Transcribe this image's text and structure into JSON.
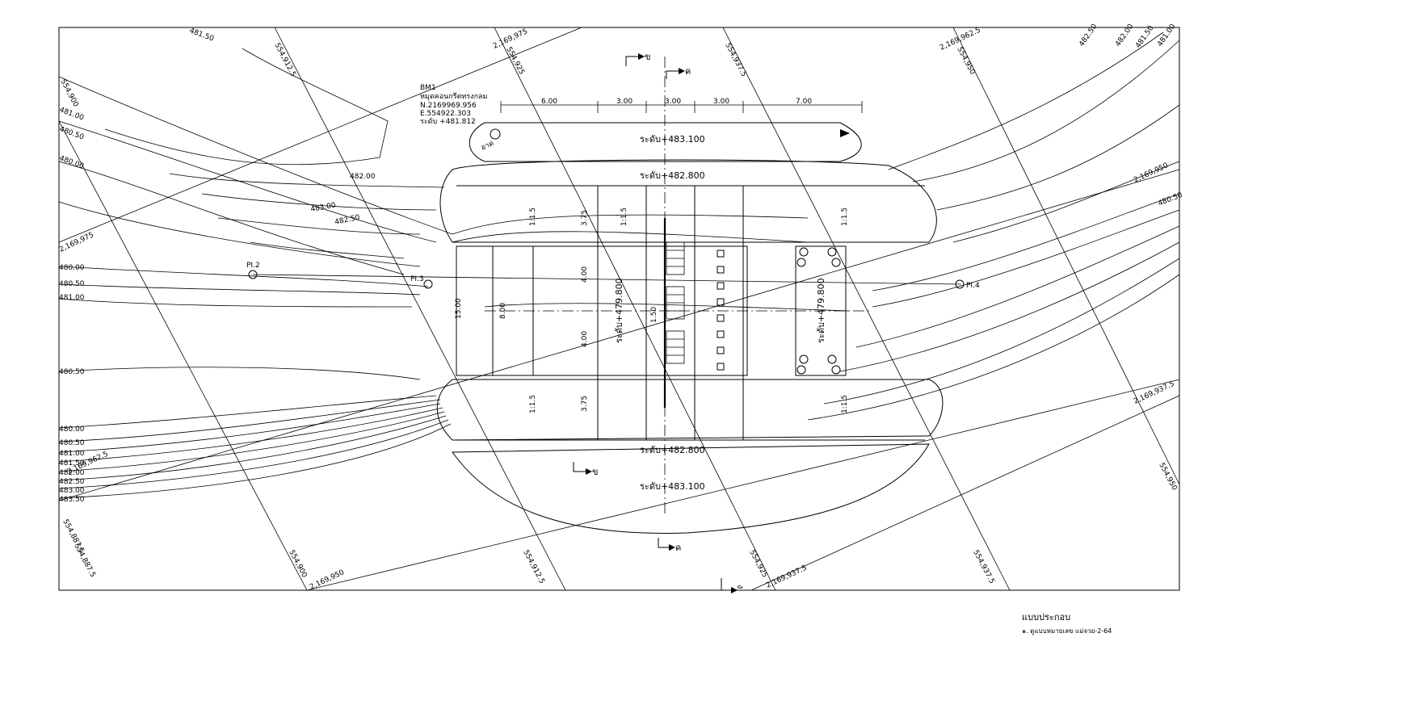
{
  "benchmark": {
    "name": "BM1",
    "desc": "หมุดคอนกรีตทรงกลม",
    "north": "N.2169969.956",
    "east": "E.554922.303",
    "level": "ระดับ +481.812"
  },
  "levels": {
    "top_u1": "ระดับ+483.100",
    "top_u2": "ระดับ+482.800",
    "bot_l1": "ระดับ+482.800",
    "bot_l2": "ระดับ+483.100",
    "floor1": "ระดับ+479.800",
    "floor2": "ระดับ+479.800"
  },
  "dimensions": {
    "top": [
      "6.00",
      "3.00",
      "3.00",
      "3.00",
      "7.00"
    ],
    "v1": "4.00",
    "v2": "4.00",
    "v3": "8.00",
    "v4": "1.50",
    "v5": "15.00",
    "s1": "3.75",
    "s2": "3.75"
  },
  "slopes": [
    "1:1.5",
    "1:1.5",
    "1:1.5",
    "1:1.5",
    "1:1.5"
  ],
  "points": {
    "pi2": "PI.2",
    "pi3": "PI.3",
    "pi4": "PI.4"
  },
  "contours": {
    "c_top1": "481.50",
    "c_top2": "482.50",
    "c_top3": "482.00",
    "c_top4": "481.50",
    "c_top5": "481.00",
    "c_l1": "481.00",
    "c_l2": "480.50",
    "c_l3": "480.00",
    "c_mid1": "482.00",
    "c_mid2": "483.00",
    "c_mid3": "482.50",
    "c_left1": "480.00",
    "c_left2": "480.50",
    "c_left3": "481.00",
    "c_left4": "480.50",
    "c_bl1": "480.00",
    "c_bl2": "480.50",
    "c_bl3": "481.00",
    "c_bl4": "481.50",
    "c_bl5": "482.00",
    "c_bl6": "482.50",
    "c_bl7": "483.00",
    "c_bl8": "483.50",
    "c_r1": "480.50"
  },
  "grid": {
    "g1": "554,912.5",
    "g2": "2,169,975",
    "g3": "554,925",
    "g4": "554,937.5",
    "g5": "2,169,962.5",
    "g6": "554,950",
    "g7": "554,900",
    "g8": "2,169,975",
    "g9": "2,169,950",
    "g10": "2,169,962.5",
    "g11": "554,887.5",
    "g12": "554,887.5",
    "g13": "554,900",
    "g14": "2,169,950",
    "g15": "554,912.5",
    "g16": "554,925",
    "g17": "2,169,937.5",
    "g18": "554,937.5",
    "g19": "2,169,937.5",
    "g20": "554,950"
  },
  "sections": {
    "s1": "ข",
    "s2": "ค",
    "s3": "ข",
    "s4": "ค",
    "s5": "ง"
  },
  "marker": "อาด",
  "caption": {
    "title": "แบบประกอบ",
    "subtitle": "๑. ดูแบบหมายเลข แม่จวย-2-64"
  }
}
